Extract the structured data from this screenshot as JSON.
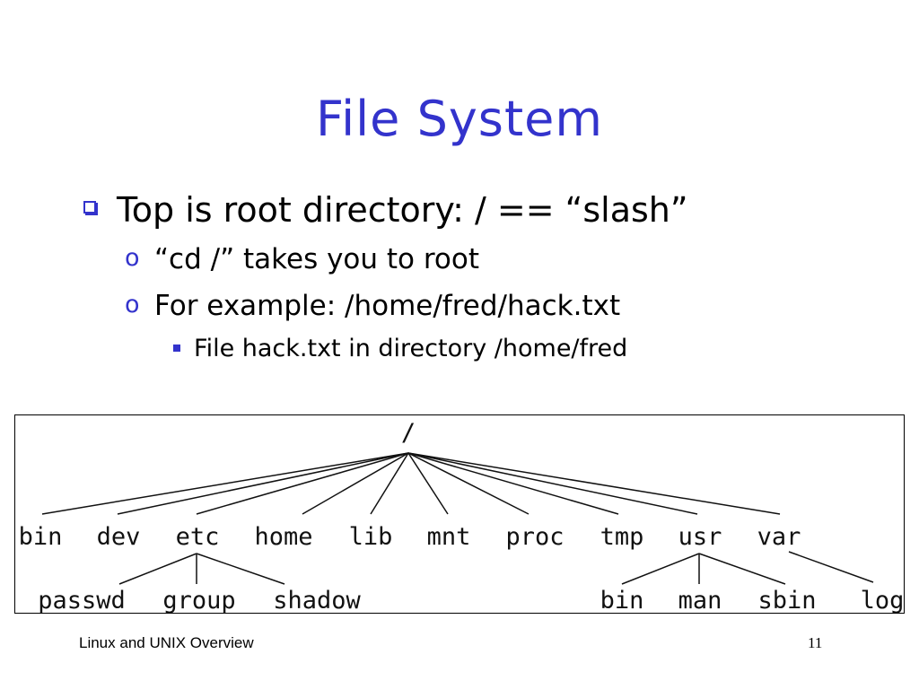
{
  "slide": {
    "title": "File System",
    "bullets": [
      {
        "level": 1,
        "marker": "square-bullet",
        "text": "Top is root directory: / == “slash”"
      },
      {
        "level": 2,
        "marker": "o",
        "text": "“cd /” takes you to root"
      },
      {
        "level": 2,
        "marker": "o",
        "text": "For example: /home/fred/hack.txt"
      },
      {
        "level": 3,
        "marker": "small-square-bullet",
        "text": "File hack.txt in directory /home/fred"
      }
    ],
    "tree": {
      "root": "/",
      "top_level": [
        "bin",
        "dev",
        "etc",
        "home",
        "lib",
        "mnt",
        "proc",
        "tmp",
        "usr",
        "var"
      ],
      "children": {
        "etc": [
          "passwd",
          "group",
          "shadow"
        ],
        "usr": [
          "bin",
          "man",
          "sbin"
        ],
        "var": [
          "log"
        ]
      }
    },
    "footer": {
      "left": "Linux and UNIX Overview",
      "page_number": "11"
    },
    "colors": {
      "title": "#3333cc",
      "bullet_marker": "#3333cc",
      "text": "#000000",
      "background": "#ffffff"
    }
  }
}
